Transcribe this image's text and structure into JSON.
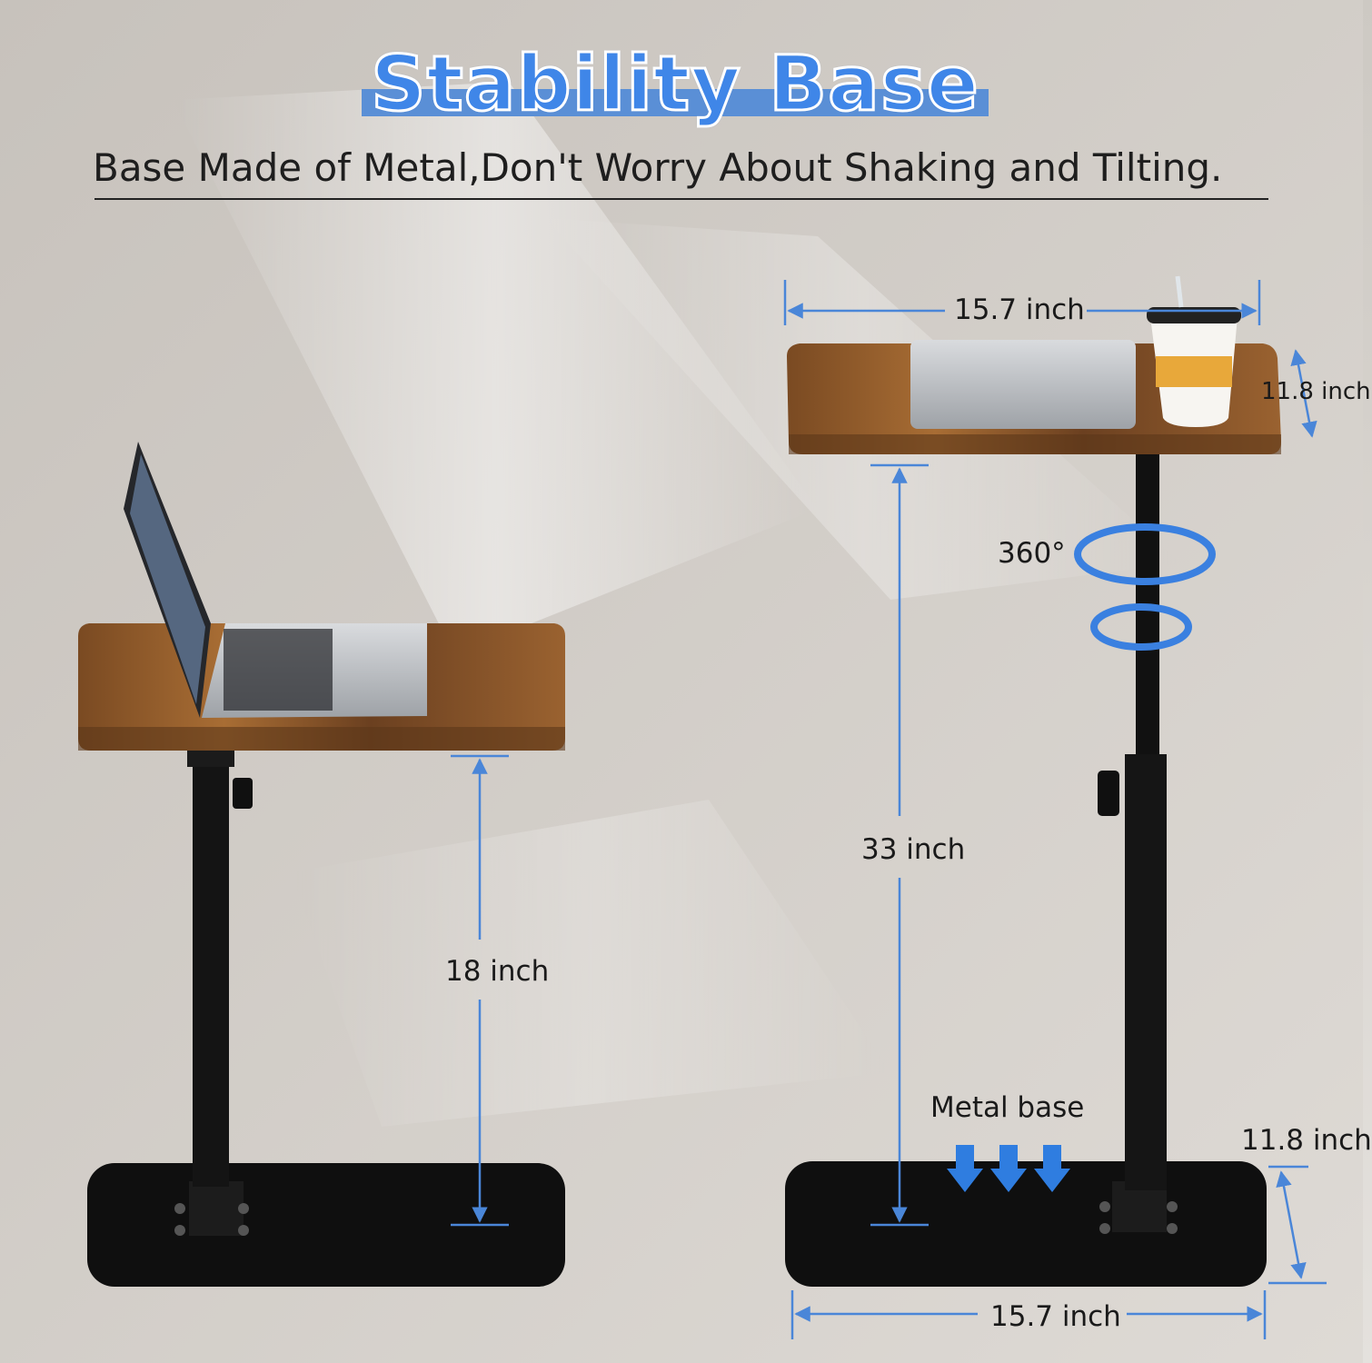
{
  "title": "Stability Base",
  "subtitle": "Base Made of Metal,Don't Worry About Shaking and Tilting.",
  "dimensions": {
    "left_height": "18 inch",
    "right_top_width": "15.7 inch",
    "right_top_depth": "11.8 inch",
    "right_height": "33 inch",
    "rotation": "360°",
    "base_label": "Metal base",
    "base_depth": "11.8 inch",
    "base_width": "15.7 inch"
  },
  "colors": {
    "accent_blue": "#3f86e8",
    "dimension_line": "#4a86d8",
    "wood": "#8a5a2b",
    "metal": "#111111"
  }
}
